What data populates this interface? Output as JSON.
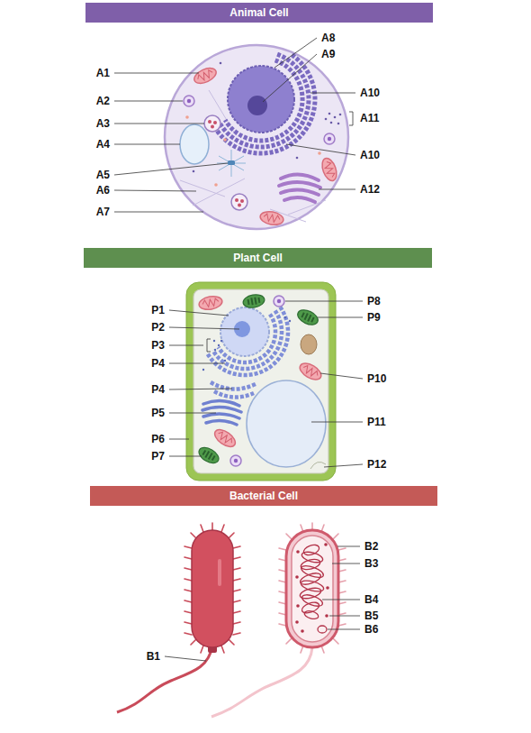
{
  "diagram": {
    "nodes": [
      {
        "text": [
          "Animal Cell"
        ]
      },
      {
        "text": [
          "Plant Cell"
        ]
      },
      {
        "text": [
          "Bacterial Cell"
        ]
      }
    ],
    "labels": [
      "A1",
      "A2",
      "A3",
      "A4",
      "A5",
      "A6",
      "A7",
      "A8",
      "A9",
      "A10",
      "A10",
      "A11",
      "A12",
      "P1",
      "P2",
      "P3",
      "P4",
      "P4",
      "P5",
      "P6",
      "P7",
      "P8",
      "P9",
      "P10",
      "P11",
      "P12",
      "B1",
      "B2",
      "B3",
      "B4",
      "B5",
      "B6"
    ]
  }
}
